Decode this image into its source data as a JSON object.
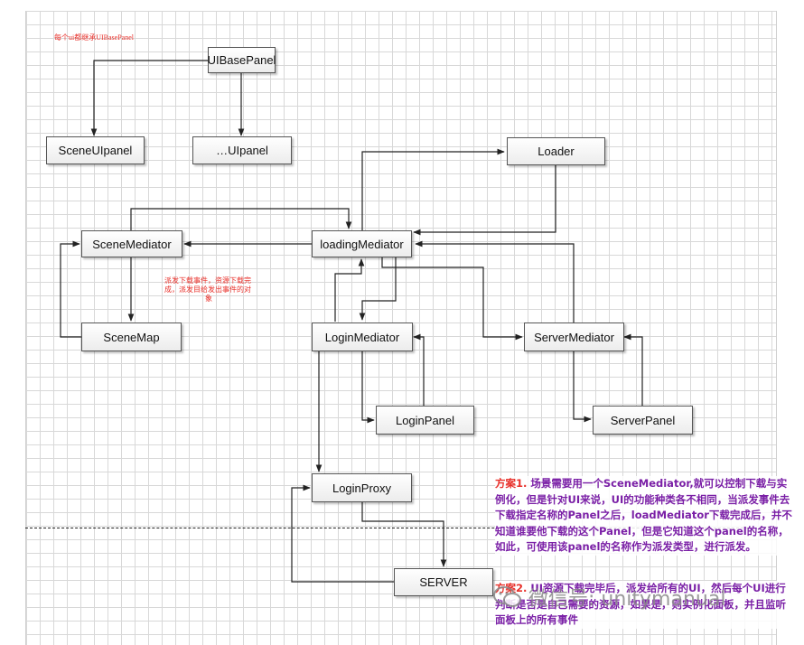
{
  "top_note": "每个ui都继承UIBasePanel",
  "nodes": {
    "ui_base_panel": "UIBasePanel",
    "scene_ui_panel": "SceneUIpanel",
    "ellipsis_ui_panel": "…UIpanel",
    "loader": "Loader",
    "scene_mediator": "SceneMediator",
    "loading_mediator": "loadingMediator",
    "scene_map": "SceneMap",
    "login_mediator": "LoginMediator",
    "server_mediator": "ServerMediator",
    "login_panel": "LoginPanel",
    "server_panel": "ServerPanel",
    "login_proxy": "LoginProxy",
    "server": "SERVER"
  },
  "middle_note": {
    "line1": "派发下载事件，资源下载完",
    "line2": "成，派发目给发出事件的对",
    "line3": "象"
  },
  "proposal1": {
    "head": "方案1.",
    "body": " 场景需要用一个SceneMediator,就可以控制下载与实例化，但是针对UI来说，UI的功能种类各不相同，当派发事件去下载指定名称的Panel之后，loadMediator下载完成后，并不知道谁要他下载的这个Panel，但是它知道这个panel的名称，如此，可使用该panel的名称作为派发类型，进行派发。"
  },
  "proposal2": {
    "head": "方案2.",
    "body": " UI资源下载完毕后，派发给所有的UI，然后每个UI进行判断是否是自己需要的资源，如果是，则实例化面板，并且监听面板上的所有事件"
  },
  "watermark": "微信号: unitymanual",
  "colors": {
    "accent_red": "#e8302a",
    "proposal_purple": "#7a1fa6"
  }
}
